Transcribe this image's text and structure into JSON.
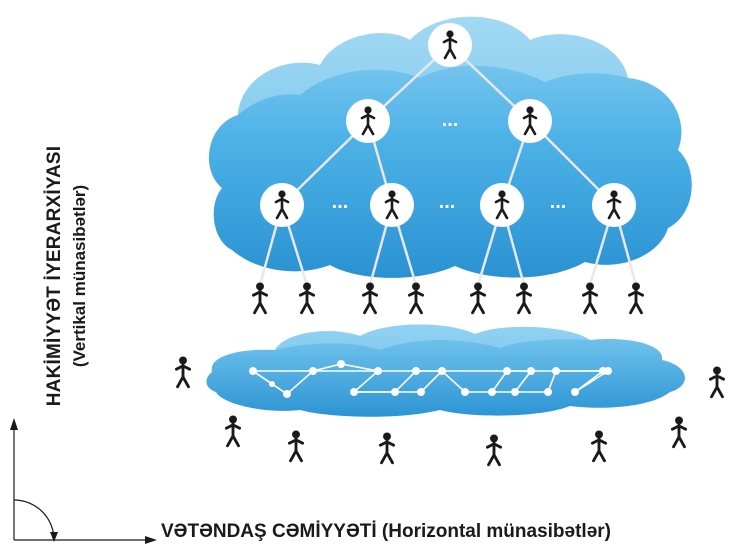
{
  "labels": {
    "vertical_title": "HAKİMİYYƏT İYERARXİYASI",
    "vertical_subtitle": "(Vertikal münasibətlər)",
    "horizontal_title": "VƏTƏNDAŞ CƏMİYYƏTİ (Horizontal münasibətlər)"
  },
  "ellipsis": "...",
  "colors": {
    "cloud_light": "#9fd8f3",
    "cloud_mid": "#49b2e8",
    "cloud_dark": "#1f8fd0",
    "line": "#e6e6e6",
    "node_fill": "#ffffff",
    "figure": "#1a1a1a",
    "axis": "#1a1a1a"
  }
}
